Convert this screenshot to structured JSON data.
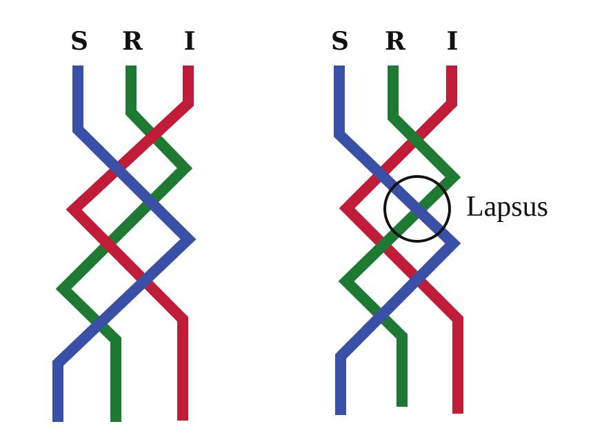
{
  "colors": {
    "S": "#3a4fa6",
    "R": "#1e7a32",
    "I": "#c01c38",
    "circle": "#111111"
  },
  "left_braid": {
    "labels": [
      "S",
      "R",
      "I"
    ]
  },
  "right_braid": {
    "labels": [
      "S",
      "R",
      "I"
    ],
    "annotation": "Lapsus"
  }
}
